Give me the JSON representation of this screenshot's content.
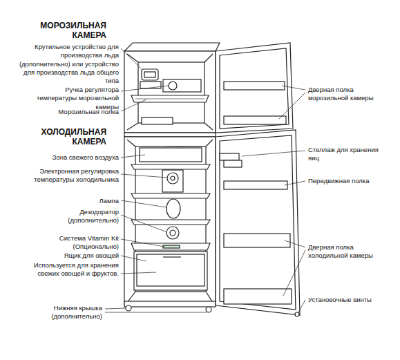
{
  "diagram": {
    "labels": [
      "МОРОЗИЛЬНАЯ КАМЕРА",
      "Крутильное устройство для производства льда (дополнительно) или устройство для производства льда общего типа",
      "Ручка регулятора температуры морозильной камеры",
      "Морозильная полка",
      "ХОЛОДИЛЬНАЯ КАМЕРА",
      "Зона свежего воздуха",
      "Электронная регулировка температуры холодильника",
      "Лампа",
      "Дезодоратор (дополнительно)",
      "Система Vitamin Kit (Опционально)",
      "Ящик для овощей",
      "Используется для хранения свежих овощей и фруктов.",
      "Нижняя крышка (дополнительно)",
      "Дверная полка морозильной камеры",
      "Стеллаж для хранения яиц",
      "Передвижная полка",
      "Дверная полка холодильной камеры",
      "Установочные винты"
    ]
  }
}
